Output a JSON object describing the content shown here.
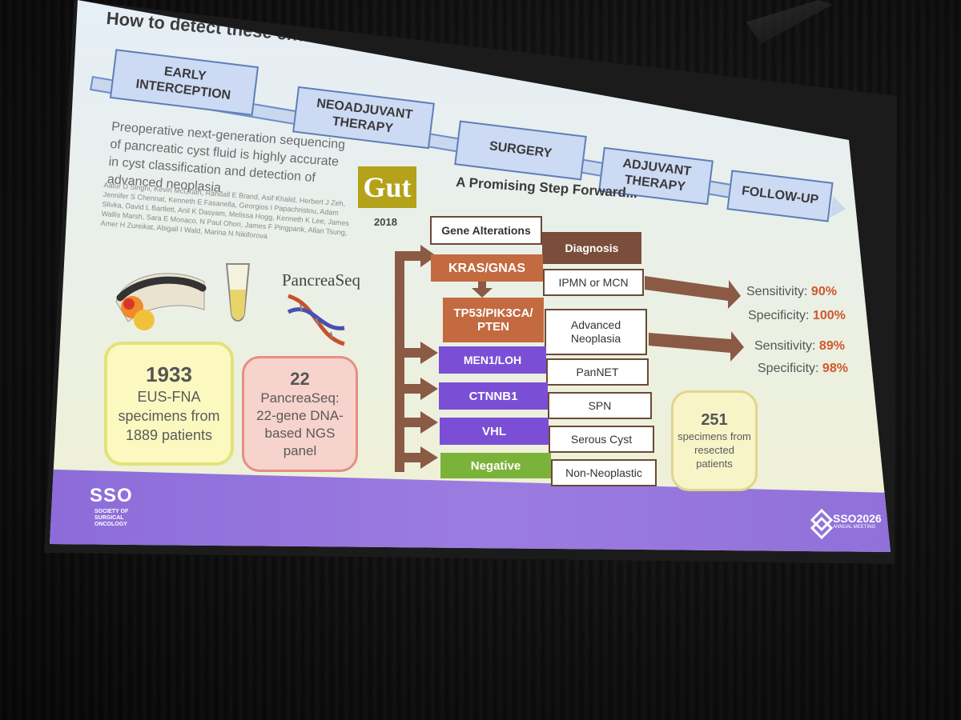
{
  "slide": {
    "title": "How to detect these entities?",
    "timeline": [
      "EARLY\nINTERCEPTION",
      "NEOADJUVANT\nTHERAPY",
      "SURGERY",
      "ADJUVANT\nTHERAPY",
      "FOLLOW-UP"
    ],
    "paper_title": "Preoperative next-generation sequencing of pancreatic cyst fluid is highly accurate in cyst classification and detection of advanced neoplasia",
    "authors": "Aatur D Singhi, Kevin McGrath, Randall E Brand, Asif Khalid, Herbert J Zeh, Jennifer S Chennat, Kenneth E Fasanella, Georgios I Papachristou, Adam Slivka, David L Bartlett, Anil K Dasyam, Melissa Hogg, Kenneth K Lee, James Wallis Marsh, Sara E Monaco, N Paul Ohori, James F Pingpank, Allan Tsung, Amer H Zureikat, Abigail I Wald, Marina N Nikiforova",
    "journal": "Gut",
    "year": "2018",
    "subtitle": "A Promising Step Forward...",
    "pancreaseq_logo": "PancreaSeq",
    "box1": {
      "number": "1933",
      "text": "EUS-FNA specimens from 1889 patients"
    },
    "box2": {
      "number": "22",
      "text": "PancreaSeq: 22-gene DNA-based NGS panel"
    },
    "box3": {
      "number": "251",
      "text": "specimens from resected patients"
    },
    "table_headers": {
      "genes": "Gene Alterations",
      "diagnosis": "Diagnosis"
    },
    "table_rows": [
      {
        "gene": "KRAS/GNAS",
        "diagnosis": "IPMN or MCN"
      },
      {
        "gene": "TP53/PIK3CA/ PTEN",
        "diagnosis": "Advanced Neoplasia"
      },
      {
        "gene": "MEN1/LOH",
        "diagnosis": "PanNET"
      },
      {
        "gene": "CTNNB1",
        "diagnosis": "SPN"
      },
      {
        "gene": "VHL",
        "diagnosis": "Serous Cyst"
      },
      {
        "gene": "Negative",
        "diagnosis": "Non-Neoplastic"
      }
    ],
    "stats": [
      {
        "label": "Sensitivity: ",
        "value": "90%"
      },
      {
        "label": "Specificity: ",
        "value": "100%"
      },
      {
        "label": "Sensitivity: ",
        "value": "89%"
      },
      {
        "label": "Specificity: ",
        "value": "98%"
      }
    ],
    "footer": {
      "sso": "SSO",
      "sso_sub": "SOCIETY OF\nSURGICAL\nONCOLOGY",
      "meeting": "SSO2026",
      "meeting_sub": "ANNUAL MEETING"
    }
  }
}
